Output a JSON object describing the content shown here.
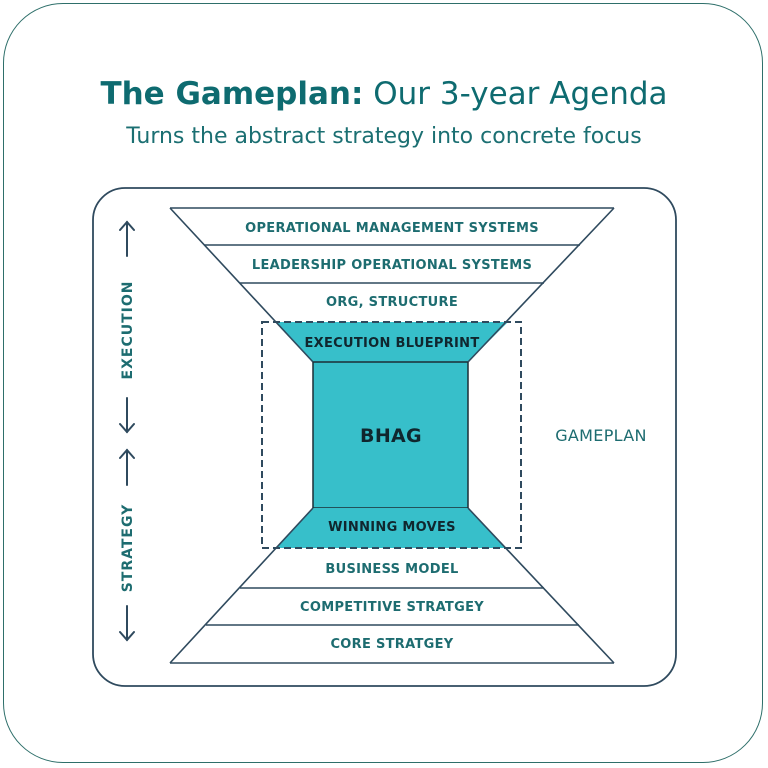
{
  "header": {
    "title_bold": "The Gameplan:",
    "title_rest": " Our 3-year Agenda",
    "subtitle": "Turns the abstract strategy into concrete focus"
  },
  "diagram": {
    "top_layers": [
      "OPERATIONAL MANAGEMENT SYSTEMS",
      "LEADERSHIP OPERATIONAL  SYSTEMS",
      "ORG, STRUCTURE"
    ],
    "execution_blueprint": "EXECUTION BLUEPRINT",
    "center": "BHAG",
    "winning_moves": "WINNING MOVES",
    "bottom_layers": [
      "BUSINESS MODEL",
      "COMPETITIVE STRATGEY",
      "CORE STRATGEY"
    ],
    "gameplan_label": "GAMEPLAN",
    "side_labels": {
      "execution": "EXECUTION",
      "strategy": "STRATEGY"
    }
  },
  "colors": {
    "teal_fill": "#37bfca",
    "line": "#2f4a5e",
    "text": "#1d6c70"
  }
}
